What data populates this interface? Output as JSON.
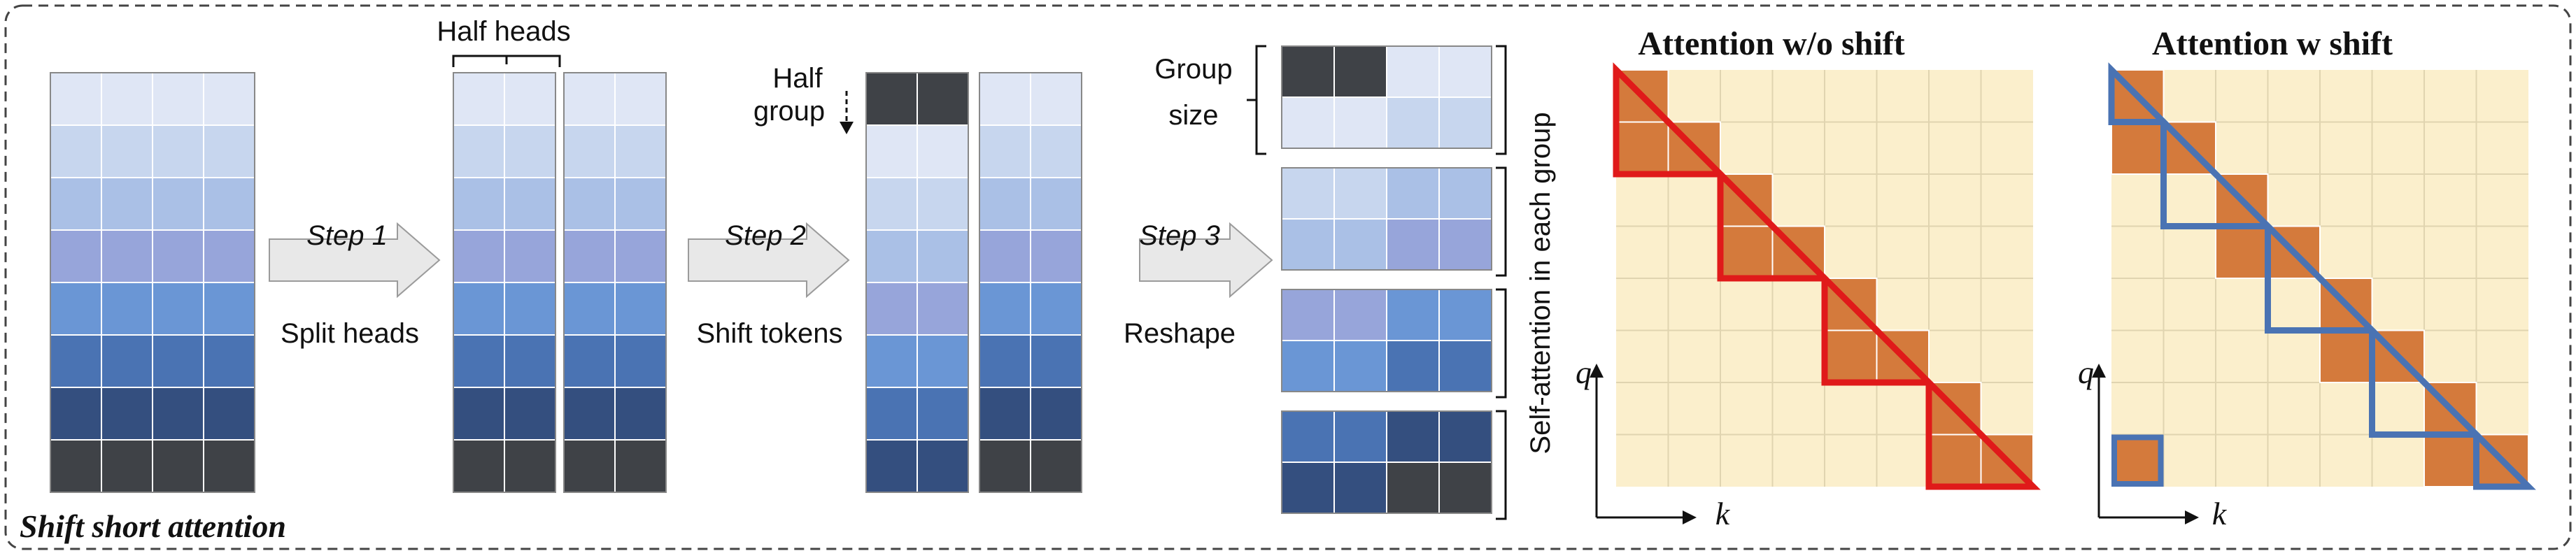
{
  "figure": {
    "title": "Shift short attention",
    "step1": {
      "label": "Step 1",
      "action": "Split heads"
    },
    "step2": {
      "label": "Step 2",
      "action": "Shift tokens"
    },
    "step3": {
      "label": "Step 3",
      "action": "Reshape"
    },
    "half_heads": "Half heads",
    "half_group": [
      "Half",
      "group"
    ],
    "group_size": [
      "Group",
      "size"
    ],
    "self_attention": "Self-attention in each group",
    "chart_left_title": "Attention w/o shift",
    "chart_right_title": "Attention w shift",
    "axis_q": "q",
    "axis_k": "k"
  },
  "colors": {
    "row_shades": [
      "#dfe6f5",
      "#c7d6ee",
      "#aac0e6",
      "#97a5da",
      "#6a96d5",
      "#4a73b3",
      "#344f7f",
      "#3f4247"
    ],
    "cell_bg": "#fbefcc",
    "cell_line": "#e0d4b0",
    "attn_fill": "#d47a3c",
    "red": "#e01a1a",
    "blue": "#4a73b3",
    "arrow": "#e8e8e8"
  }
}
